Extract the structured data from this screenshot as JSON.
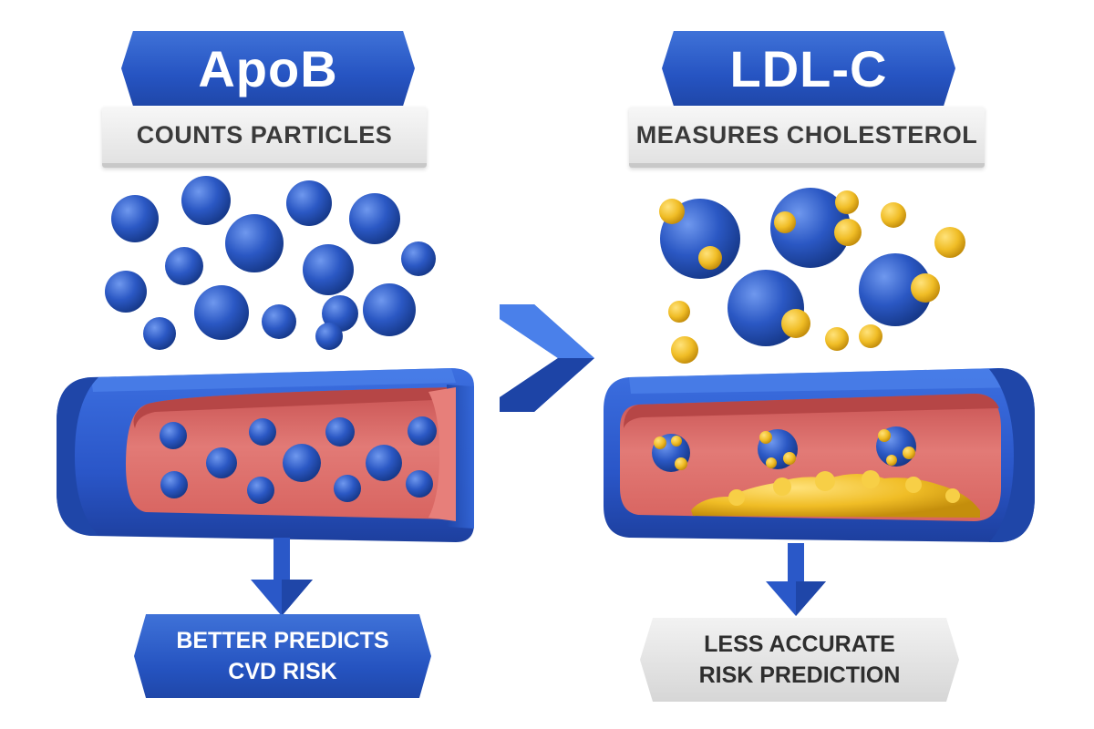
{
  "left": {
    "title": "ApoB",
    "subtitle": "COUNTS PARTICLES",
    "result_line1": "BETTER PREDICTS",
    "result_line2": "CVD RISK"
  },
  "right": {
    "title": "LDL-C",
    "subtitle": "MEASURES CHOLESTEROL",
    "result_line1": "LESS ACCURATE",
    "result_line2": "RISK PREDICTION"
  },
  "comparison_symbol": ">",
  "colors": {
    "particle_blue": "#2b58c4",
    "cholesterol_yellow": "#f2c12e",
    "vessel_blue": "#2a5bd0",
    "vessel_inner": "#e0706e",
    "label_gray": "#e2e2e2"
  }
}
